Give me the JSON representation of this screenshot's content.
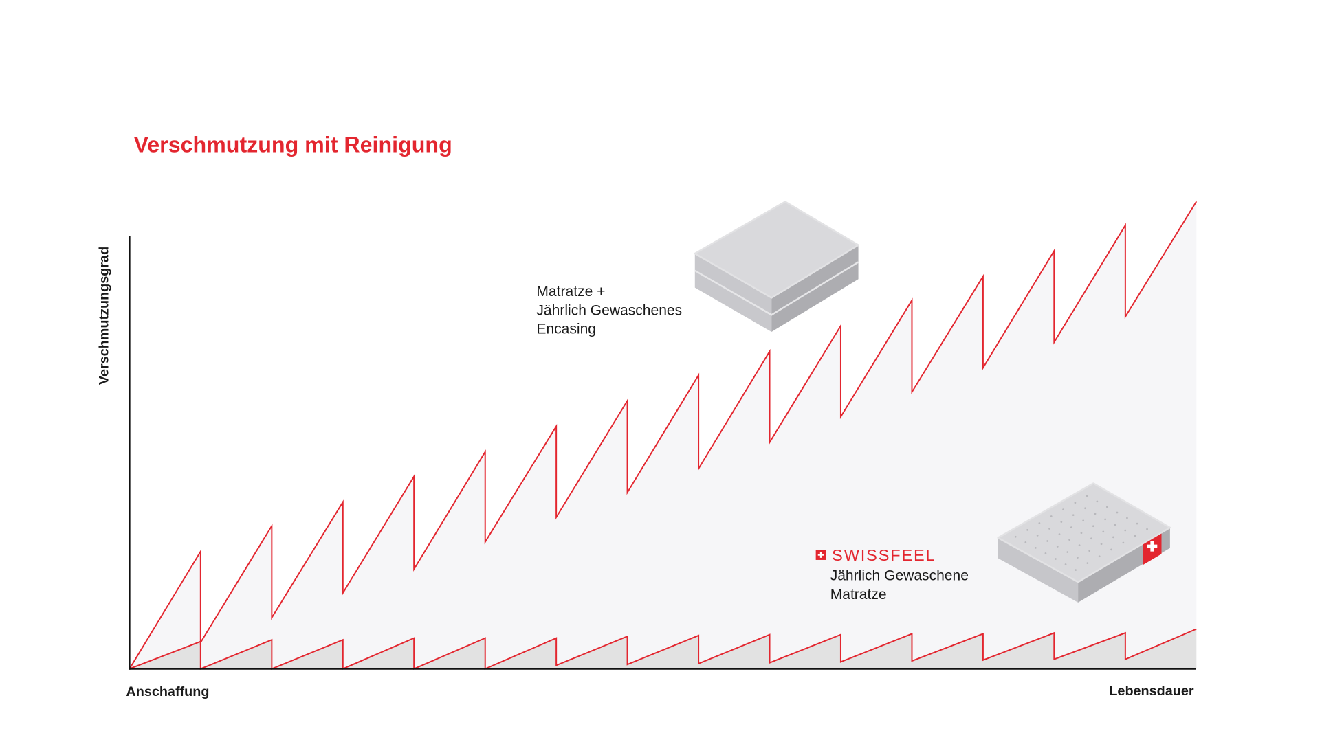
{
  "chart_data": {
    "type": "line",
    "title": "Verschmutzung mit Reinigung",
    "xlabel_start": "Anschaffung",
    "xlabel_end": "Lebensdauer",
    "ylabel": "Verschmutzungsgrad",
    "xlim": [
      0,
      15
    ],
    "ylim": [
      0,
      100
    ],
    "grid": false,
    "series": [
      {
        "name": "Matratze + Jährlich Gewaschenes Encasing",
        "label_lines": [
          "Matratze +",
          "Jährlich Gewaschenes",
          "Encasing"
        ],
        "color": "#e3262f",
        "fill": "#f6f6f8",
        "points": [
          [
            0,
            0
          ],
          [
            1,
            27.1
          ],
          [
            1,
            6.1
          ],
          [
            2,
            33.0
          ],
          [
            2,
            11.8
          ],
          [
            3,
            38.5
          ],
          [
            3,
            17.5
          ],
          [
            4,
            44.4
          ],
          [
            4,
            23.0
          ],
          [
            5,
            50.1
          ],
          [
            5,
            29.3
          ],
          [
            6,
            56.0
          ],
          [
            6,
            35.0
          ],
          [
            7,
            61.9
          ],
          [
            7,
            40.7
          ],
          [
            8,
            67.8
          ],
          [
            8,
            46.2
          ],
          [
            9,
            73.3
          ],
          [
            9,
            52.3
          ],
          [
            10,
            79.2
          ],
          [
            10,
            58.2
          ],
          [
            11,
            85.1
          ],
          [
            11,
            63.9
          ],
          [
            12,
            90.6
          ],
          [
            12,
            69.5
          ],
          [
            13,
            96.5
          ],
          [
            13,
            75.4
          ],
          [
            14,
            102.4
          ],
          [
            14,
            81.3
          ],
          [
            15,
            107.9
          ]
        ]
      },
      {
        "name": "SWISSFEEL Jährlich Gewaschene Matratze",
        "brand": "SWISSFEEL",
        "label_lines": [
          "Jährlich Gewaschene",
          "Matratze"
        ],
        "color": "#e3262f",
        "fill": "#e2e2e2",
        "points": [
          [
            0,
            0
          ],
          [
            1,
            6.3
          ],
          [
            1,
            0
          ],
          [
            2,
            6.7
          ],
          [
            2,
            0
          ],
          [
            3,
            6.7
          ],
          [
            3,
            0
          ],
          [
            4,
            7.1
          ],
          [
            4,
            0
          ],
          [
            5,
            7.1
          ],
          [
            5,
            0
          ],
          [
            6,
            7.1
          ],
          [
            6,
            0.8
          ],
          [
            7,
            7.5
          ],
          [
            7,
            1.0
          ],
          [
            8,
            7.7
          ],
          [
            8,
            1.2
          ],
          [
            9,
            7.9
          ],
          [
            9,
            1.4
          ],
          [
            10,
            7.9
          ],
          [
            10,
            1.6
          ],
          [
            11,
            8.1
          ],
          [
            11,
            1.8
          ],
          [
            12,
            8.1
          ],
          [
            12,
            2.0
          ],
          [
            13,
            8.3
          ],
          [
            13,
            2.2
          ],
          [
            14,
            8.3
          ],
          [
            14,
            2.2
          ],
          [
            15,
            9.2
          ]
        ]
      }
    ]
  }
}
